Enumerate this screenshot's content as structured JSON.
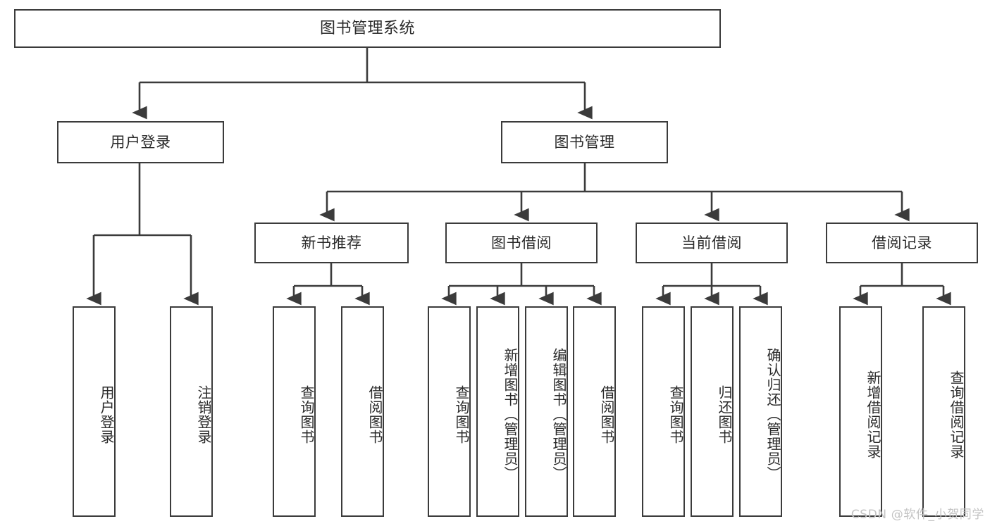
{
  "diagram": {
    "title": "图书管理系统",
    "type": "tree-hierarchy-chart",
    "root": {
      "label": "图书管理系统"
    },
    "level2": [
      {
        "label": "用户登录"
      },
      {
        "label": "图书管理"
      }
    ],
    "level3": [
      {
        "label": "新书推荐"
      },
      {
        "label": "图书借阅"
      },
      {
        "label": "当前借阅"
      },
      {
        "label": "借阅记录"
      }
    ],
    "leaves": {
      "user_login": [
        {
          "label": "用户登录"
        },
        {
          "label": "注销登录"
        }
      ],
      "new_book_recommend": [
        {
          "label": "查询图书"
        },
        {
          "label": "借阅图书"
        }
      ],
      "book_borrow": [
        {
          "label": "查询图书"
        },
        {
          "label": "新增图书（管理员）"
        },
        {
          "label": "编辑图书（管理员）"
        },
        {
          "label": "借阅图书"
        }
      ],
      "current_borrow": [
        {
          "label": "查询图书"
        },
        {
          "label": "归还图书"
        },
        {
          "label": "确认归还（管理员）"
        }
      ],
      "borrow_record": [
        {
          "label": "新增借阅记录"
        },
        {
          "label": "查询借阅记录"
        }
      ]
    }
  },
  "watermark": {
    "text": "CSDN @软件_小贺同学"
  },
  "colors": {
    "border": "#3b3b3b",
    "text": "#2a2a2a",
    "background": "#ffffff",
    "watermark": "#c3c3c3"
  }
}
